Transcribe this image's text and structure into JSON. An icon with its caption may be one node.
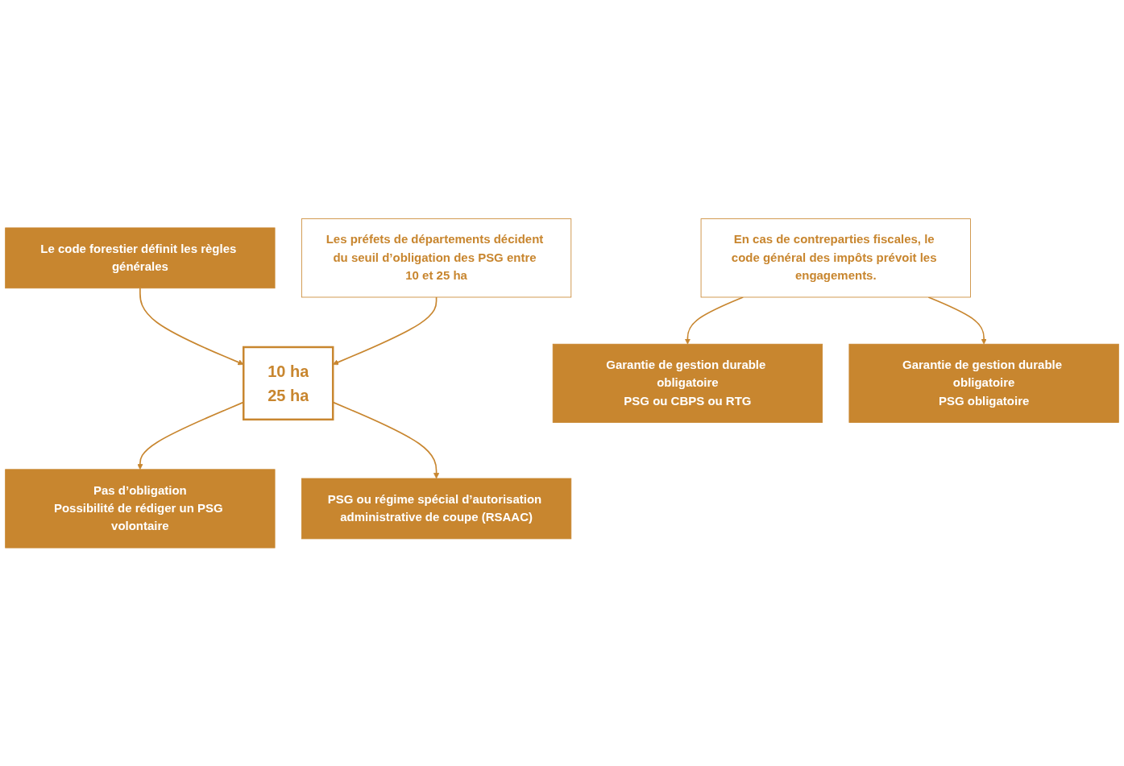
{
  "diagram": {
    "nodes": [
      {
        "text": [
          "Le code forestier définit les règles générales"
        ]
      },
      {
        "text": [
          "Les préfets de départements décident du seuil d’obligation des PSG entre 10 et 25 ha"
        ]
      },
      {
        "text": [
          "10 ha",
          "25 ha"
        ]
      },
      {
        "text": [
          "En cas de contreparties fiscales, le code général des impôts prévoit les engagements."
        ]
      },
      {
        "text": [
          "Pas d’obligation",
          "Possibilité de rédiger un PSG volontaire"
        ]
      },
      {
        "text": [
          "Garantie de gestion durable obligatoire",
          "PSG ou CBPS ou RTG"
        ]
      },
      {
        "text": [
          "Garantie de gestion durable obligatoire",
          "PSG obligatoire"
        ]
      },
      {
        "text": [
          "PSG ou régime spécial d’autorisation administrative de coupe (RSAAC)"
        ]
      }
    ],
    "edges": [
      {
        "from": 0,
        "to": 2,
        "arrow": "to"
      },
      {
        "from": 1,
        "to": 2,
        "arrow": "to"
      },
      {
        "from": 2,
        "to": 4,
        "arrow": "to"
      },
      {
        "from": 2,
        "to": 7,
        "arrow": "to"
      },
      {
        "from": 3,
        "to": 5,
        "arrow": "to"
      },
      {
        "from": 3,
        "to": 6,
        "arrow": "to"
      }
    ]
  }
}
